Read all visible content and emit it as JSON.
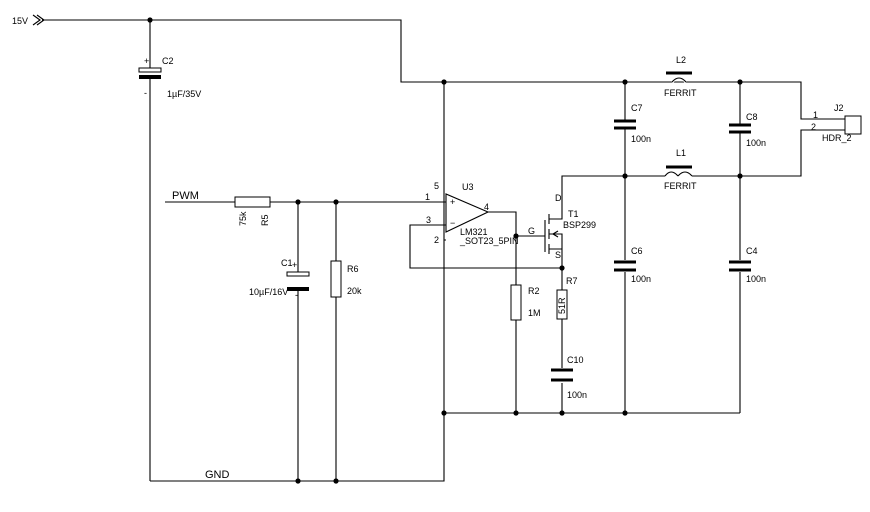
{
  "nets": {
    "supply": "15V",
    "pwm": "PWM",
    "gnd": "GND"
  },
  "components": {
    "c2": {
      "ref": "C2",
      "value": "1µF/35V"
    },
    "c1": {
      "ref": "C1",
      "value": "10µF/16V"
    },
    "r5": {
      "ref": "R5",
      "value": "75k"
    },
    "r6": {
      "ref": "R6",
      "value": "20k"
    },
    "r2": {
      "ref": "R2",
      "value": "1M"
    },
    "r7": {
      "ref": "R7",
      "value": "51R"
    },
    "c10": {
      "ref": "C10",
      "value": "100n"
    },
    "c7": {
      "ref": "C7",
      "value": "100n"
    },
    "c8": {
      "ref": "C8",
      "value": "100n"
    },
    "c6": {
      "ref": "C6",
      "value": "100n"
    },
    "c4": {
      "ref": "C4",
      "value": "100n"
    },
    "l1": {
      "ref": "L1",
      "value": "FERRIT"
    },
    "l2": {
      "ref": "L2",
      "value": "FERRIT"
    },
    "u3": {
      "ref": "U3",
      "value": "LM321",
      "package": "_SOT23_5PIN"
    },
    "t1": {
      "ref": "T1",
      "value": "BSP299"
    },
    "j2": {
      "ref": "J2",
      "value": "HDR_2"
    }
  },
  "pins": {
    "u3": {
      "p1": "1",
      "p2": "2",
      "p3": "3",
      "p4": "4",
      "p5": "5",
      "plus": "+",
      "minus": "−"
    },
    "t1": {
      "g": "G",
      "d": "D",
      "s": "S"
    },
    "j2": {
      "p1": "1",
      "p2": "2"
    },
    "c2_plus": "+",
    "c2_minus": "-",
    "c1_plus": "+",
    "c1_minus": "-"
  }
}
